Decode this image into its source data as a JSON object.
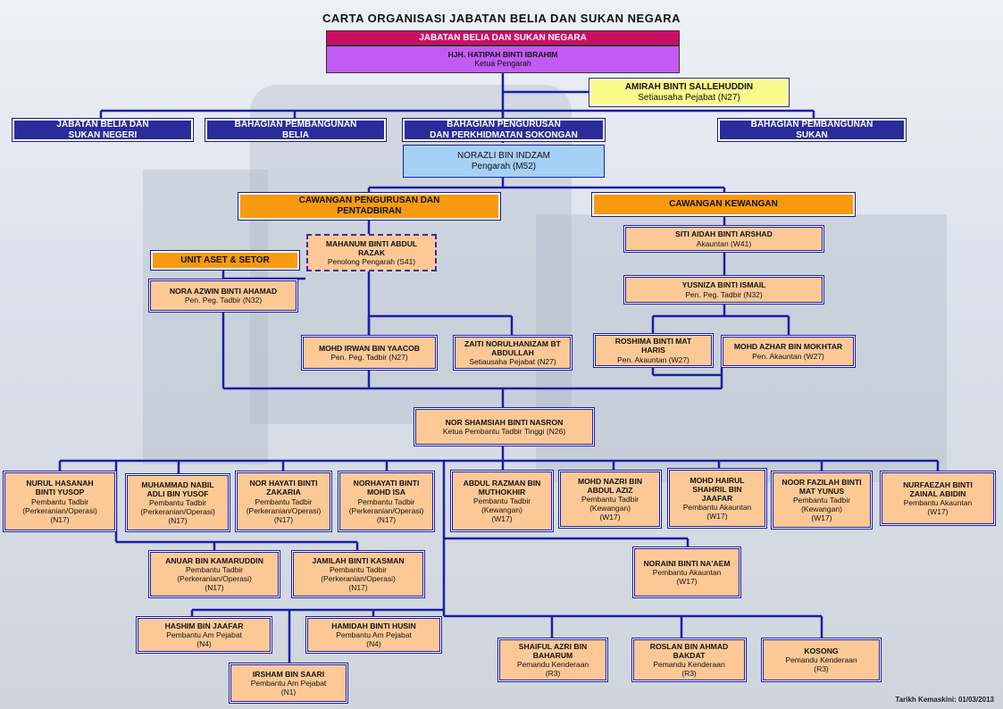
{
  "title": "CARTA ORGANISASI JABATAN BELIA DAN SUKAN NEGARA",
  "footer": "Tarikh Kemaskini: 01/03/2013",
  "head": {
    "dept": "JABATAN BELIA DAN SUKAN NEGARA",
    "name": "HJH. HATIPAH BINTI IBRAHIM",
    "role": "Ketua Pengarah"
  },
  "secretary": {
    "name": "AMIRAH BINTI SALLEHUDDIN",
    "role": "Setiausaha Pejabat (N27)"
  },
  "divisions": {
    "d1": {
      "line1": "JABATAN BELIA DAN",
      "line2": "SUKAN NEGERI"
    },
    "d2": {
      "line1": "BAHAGIAN PEMBANGUNAN",
      "line2": "BELIA"
    },
    "d3": {
      "line1": "BAHAGIAN PENGURUSAN",
      "line2": "DAN PERKHIDMATAN SOKONGAN"
    },
    "d4": {
      "line1": "BAHAGIAN PEMBANGUNAN",
      "line2": "SUKAN"
    }
  },
  "director": {
    "name": "NORAZLI BIN INDZAM",
    "role": "Pengarah (M52)"
  },
  "branches": {
    "admin": {
      "line1": "CAWANGAN PENGURUSAN DAN",
      "line2": "PENTADBIRAN"
    },
    "finance": "CAWANGAN KEWANGAN",
    "asset": "UNIT ASET & SETOR"
  },
  "people": {
    "mahanum": {
      "n1": "MAHANUM BINTI ABDUL",
      "n2": "RAZAK",
      "r": "Penolong Pengarah (S41)"
    },
    "nora": {
      "n1": "NORA AZWIN BINTI AHAMAD",
      "r": "Pen. Peg. Tadbir (N32)"
    },
    "irwan": {
      "n1": "MOHD IRWAN BIN YAACOB",
      "r": "Pen. Peg. Tadbir (N27)"
    },
    "zaiti": {
      "n1": "ZAITI NORULHANIZAM BT",
      "n2": "ABDULLAH",
      "r": "Setiausaha Pejabat (N27)"
    },
    "siti": {
      "n1": "SITI AIDAH BINTI ARSHAD",
      "r": "Akauntan (W41)"
    },
    "yusniza": {
      "n1": "YUSNIZA BINTI ISMAIL",
      "r": "Pen. Peg. Tadbir (N32)"
    },
    "roshima": {
      "n1": "ROSHIMA BINTI MAT",
      "n2": "HARIS",
      "r": "Pen. Akauntan (W27)"
    },
    "azhar": {
      "n1": "MOHD AZHAR BIN MOKHTAR",
      "r": "Pen. Akauntan (W27)"
    },
    "shamsiah": {
      "n1": "NOR SHAMSIAH BINTI NASRON",
      "r": "Ketua Pembantu Tadbir Tinggi (N26)"
    },
    "hasanah": {
      "n1": "NURUL HASANAH",
      "n2": "BINTI YUSOP",
      "r1": "Pembantu Tadbir",
      "r2": "(Perkeranian/Operasi)",
      "r3": "(N17)"
    },
    "nabil": {
      "n1": "MUHAMMAD NABIL",
      "n2": "ADLI BIN YUSOF",
      "r1": "Pembantu Tadbir",
      "r2": "(Perkeranian/Operasi)",
      "r3": "(N17)"
    },
    "norhayati": {
      "n1": "NOR HAYATI BINTI",
      "n2": "ZAKARIA",
      "r1": "Pembantu Tadbir",
      "r2": "(Perkeranian/Operasi)",
      "r3": "(N17)"
    },
    "norhayati2": {
      "n1": "NORHAYATI BINTI",
      "n2": "MOHD ISA",
      "r1": "Pembantu Tadbir",
      "r2": "(Perkeranian/Operasi)",
      "r3": "(N17)"
    },
    "razman": {
      "n1": "ABDUL RAZMAN BIN",
      "n2": "MUTHOKHIR",
      "r1": "Pembantu Tadbir",
      "r2": "(Kewangan)",
      "r3": "(W17)"
    },
    "nazri": {
      "n1": "MOHD NAZRI BIN",
      "n2": "ABDUL AZIZ",
      "r1": "Pembantu Tadbir",
      "r2": "(Kewangan)",
      "r3": "(W17)"
    },
    "hairul": {
      "n1": "MOHD HAIRUL",
      "n2": "SHAHRIL BIN",
      "n3": "JAAFAR",
      "r1": "Pembantu Akauntan",
      "r2": "(W17)"
    },
    "fazilah": {
      "n1": "NOOR FAZILAH BINTI",
      "n2": "MAT YUNUS",
      "r1": "Pembantu Tadbir",
      "r2": "(Kewangan)",
      "r3": "(W17)"
    },
    "nurfaezah": {
      "n1": "NURFAEZAH BINTI",
      "n2": "ZAINAL ABIDIN",
      "r1": "Pembantu Akauntan",
      "r2": "(W17)"
    },
    "anuar": {
      "n1": "ANUAR BIN KAMARUDDIN",
      "r1": "Pembantu Tadbir",
      "r2": "(Perkeranian/Operasi)",
      "r3": "(N17)"
    },
    "jamilah": {
      "n1": "JAMILAH BINTI KASMAN",
      "r1": "Pembantu Tadbir",
      "r2": "(Perkeranian/Operasi)",
      "r3": "(N17)"
    },
    "noraini": {
      "n1": "NORAINI BINTI NA'AEM",
      "r1": "Pembantu Akauntan",
      "r2": "(W17)"
    },
    "hashim": {
      "n1": "HASHIM BIN JAAFAR",
      "r1": "Pembantu Am Pejabat",
      "r2": "(N4)"
    },
    "hamidah": {
      "n1": "HAMIDAH BINTI HUSIN",
      "r1": "Pembantu Am Pejabat",
      "r2": "(N4)"
    },
    "irsham": {
      "n1": "IRSHAM BIN SAARI",
      "r1": "Pembantu Am Pejabat",
      "r2": "(N1)"
    },
    "shaiful": {
      "n1": "SHAIFUL AZRI BIN",
      "n2": "BAHARUM",
      "r1": "Pemandu Kenderaan",
      "r2": "(R3)"
    },
    "roslan": {
      "n1": "ROSLAN BIN AHMAD",
      "n2": "BAKDAT",
      "r1": "Pemandu Kenderaan",
      "r2": "(R3)"
    },
    "kosong": {
      "n1": "KOSONG",
      "r1": "Pemandu Kenderaan",
      "r2": "(R3)"
    }
  },
  "colors": {
    "line": "#1d1da8",
    "peach": "#fcc996",
    "navy": "#2b2b9b",
    "orange": "#f79a10",
    "magenta": "#cc0f66",
    "violet": "#c35bf2",
    "yellow": "#fbfb8c",
    "skyblue": "#a6d1f7"
  }
}
